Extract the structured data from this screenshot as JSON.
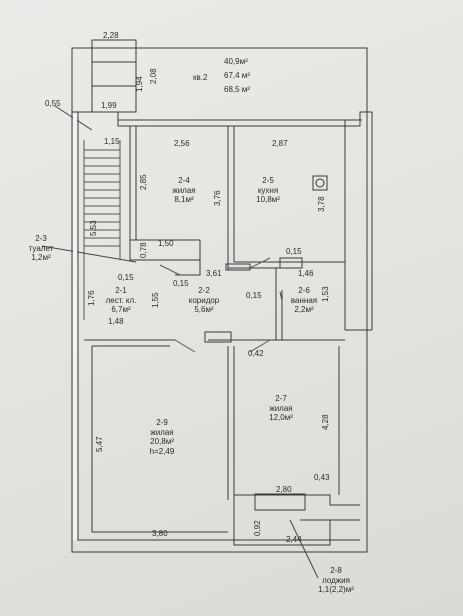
{
  "apartment": {
    "label": "кв.2",
    "area_total": "40,9м²",
    "area_2": "67,4 м²",
    "area_3": "68,5 м²"
  },
  "rooms": [
    {
      "id": "2-1",
      "name": "лест. кл.",
      "area": "6,7м²"
    },
    {
      "id": "2-2",
      "name": "коридор",
      "area": "5,6м²"
    },
    {
      "id": "2-3",
      "name": "туалет",
      "area": "1,2м²"
    },
    {
      "id": "2-4",
      "name": "жилая",
      "area": "8,1м²"
    },
    {
      "id": "2-5",
      "name": "кухня",
      "area": "10,8м²"
    },
    {
      "id": "2-6",
      "name": "ванная",
      "area": "2,2м²"
    },
    {
      "id": "2-7",
      "name": "жилая",
      "area": "12,0м²"
    },
    {
      "id": "2-8",
      "name": "лоджия",
      "area": "1,1(2,2)м²"
    },
    {
      "id": "2-9",
      "name": "жилая",
      "area": "20,8м²",
      "height": "h=2,49"
    }
  ],
  "dimensions": {
    "d_2_28": "2,28",
    "d_1_94": "1,94",
    "d_2_08": "2,08",
    "d_0_55": "0,55",
    "d_1_99": "1,99",
    "d_1_15": "1,15",
    "d_2_56": "2,56",
    "d_2_87": "2,87",
    "d_2_85": "2,85",
    "d_3_76": "3,76",
    "d_3_78": "3,78",
    "d_5_53": "5,53",
    "d_0_78": "0,78",
    "d_1_50": "1,50",
    "d_0_15_a": "0,15",
    "d_0_15_b": "0,15",
    "d_0_15_c": "0,15",
    "d_0_15_d": "0,15",
    "d_3_61": "3,61",
    "d_1_46": "1,46",
    "d_1_53": "1,53",
    "d_1_76": "1,76",
    "d_1_55": "1,55",
    "d_1_48": "1,48",
    "d_0_42": "0,42",
    "d_5_47": "5,47",
    "d_4_28": "4,28",
    "d_2_80": "2,80",
    "d_0_43": "0,43",
    "d_0_92": "0,92",
    "d_2_44": "2,44",
    "d_3_80": "3,80"
  }
}
